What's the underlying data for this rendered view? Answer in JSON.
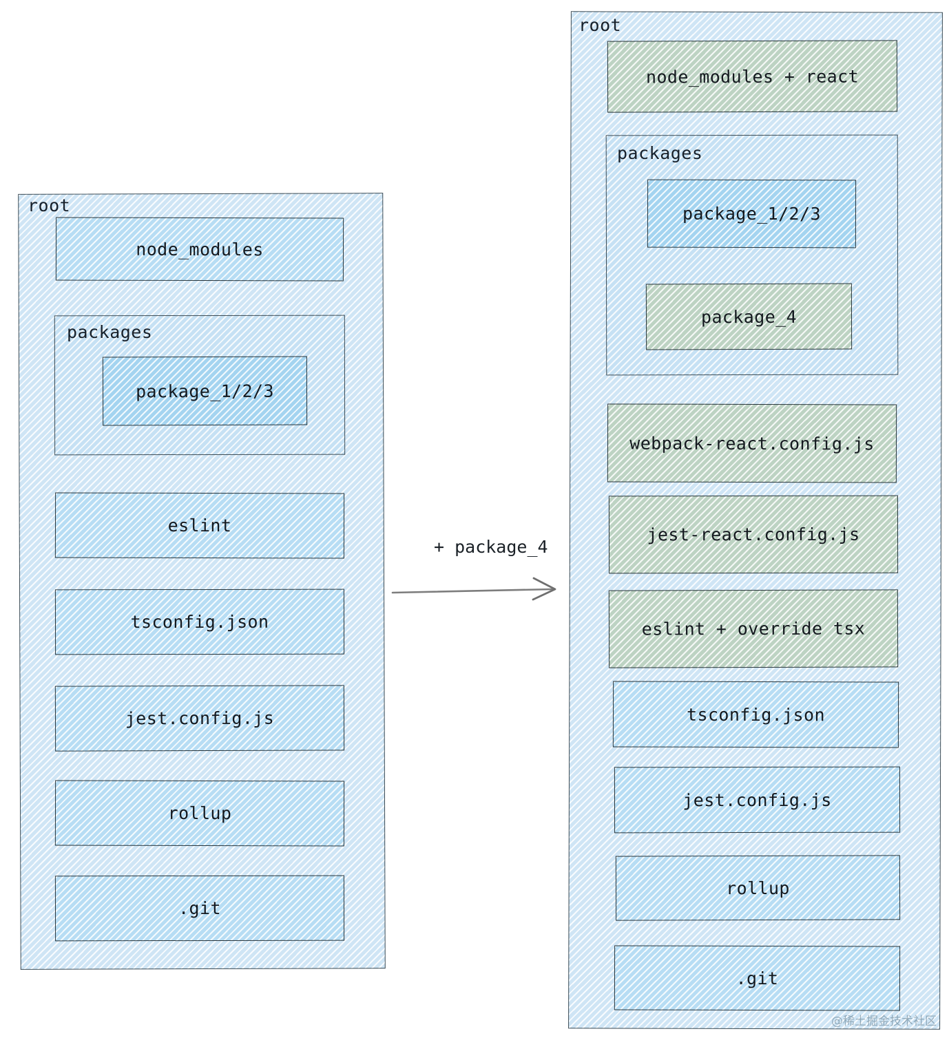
{
  "diagram": {
    "type": "before-after-folder-structure",
    "transition_label": "+ package_4",
    "watermark": "@稀土掘金技术社区",
    "colors": {
      "container_blue": "#cfe5f5",
      "box_blue": "#b7ddf4",
      "box_blue_deep": "#a4d4f0",
      "box_green": "#bdd3c3",
      "stroke": "#263238",
      "arrow": "#7a7a7a"
    }
  },
  "before": {
    "root_label": "root",
    "node_modules": "node_modules",
    "packages_label": "packages",
    "packages_children": [
      {
        "label": "package_1/2/3",
        "variant": "blue-deep"
      }
    ],
    "files": [
      {
        "label": "eslint",
        "variant": "blue"
      },
      {
        "label": "tsconfig.json",
        "variant": "blue"
      },
      {
        "label": "jest.config.js",
        "variant": "blue"
      },
      {
        "label": "rollup",
        "variant": "blue"
      },
      {
        "label": ".git",
        "variant": "blue"
      }
    ]
  },
  "after": {
    "root_label": "root",
    "node_modules": "node_modules + react",
    "packages_label": "packages",
    "packages_children": [
      {
        "label": "package_1/2/3",
        "variant": "blue-deep"
      },
      {
        "label": "package_4",
        "variant": "green"
      }
    ],
    "files": [
      {
        "label": "webpack-react.config.js",
        "variant": "green"
      },
      {
        "label": "jest-react.config.js",
        "variant": "green"
      },
      {
        "label": "eslint + override tsx",
        "variant": "green"
      },
      {
        "label": "tsconfig.json",
        "variant": "blue"
      },
      {
        "label": "jest.config.js",
        "variant": "blue"
      },
      {
        "label": "rollup",
        "variant": "blue"
      },
      {
        "label": ".git",
        "variant": "blue"
      }
    ]
  }
}
